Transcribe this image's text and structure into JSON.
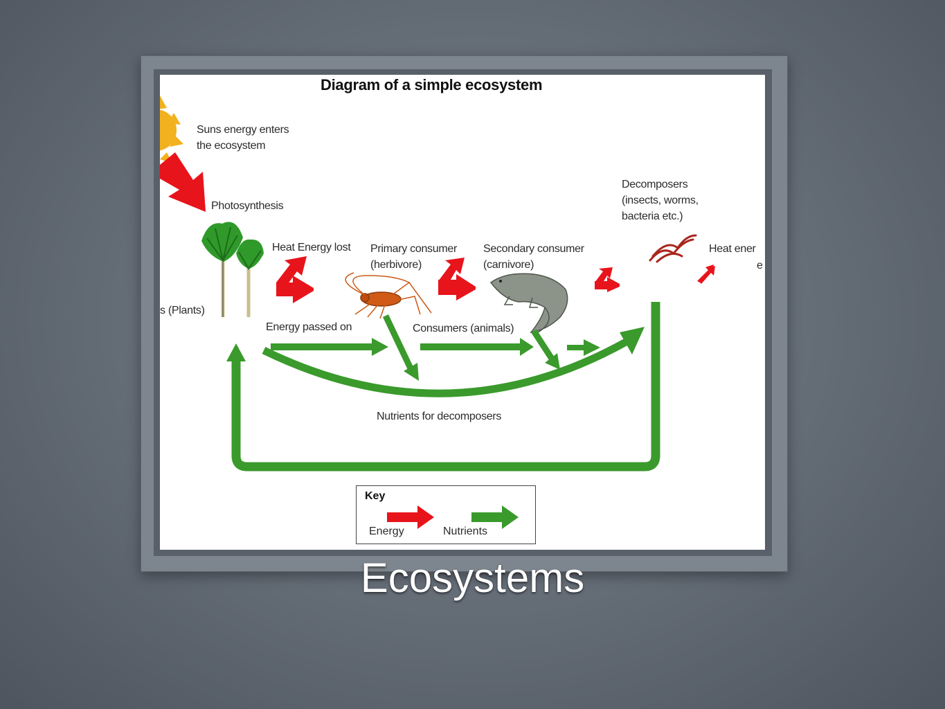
{
  "slide": {
    "title": "Ecosystems"
  },
  "diagram": {
    "title": "Diagram of a simple ecosystem",
    "labels": {
      "sun": "Suns energy enters\nthe ecosystem",
      "photosynthesis": "Photosynthesis",
      "producers": "rs (Plants)",
      "heat_lost": "Heat Energy lost",
      "primary": "Primary consumer\n(herbivore)",
      "secondary": "Secondary consumer\n(carnivore)",
      "decomposers": "Decomposers\n(insects, worms,\nbacteria etc.)",
      "heat_right": "Heat ener",
      "heat_right2": "e",
      "energy_passed": "Energy passed on",
      "consumers": "Consumers (animals)",
      "nutrients": "Nutrients for decomposers"
    },
    "key": {
      "title": "Key",
      "energy": "Energy",
      "nutrients": "Nutrients"
    },
    "colors": {
      "energy": "#e8141b",
      "nutrients": "#3a9a2c",
      "sun": "#f2b11e"
    },
    "icons": [
      "sun-icon",
      "plant-icon",
      "cricket-icon",
      "lizard-icon",
      "worm-icon"
    ]
  }
}
